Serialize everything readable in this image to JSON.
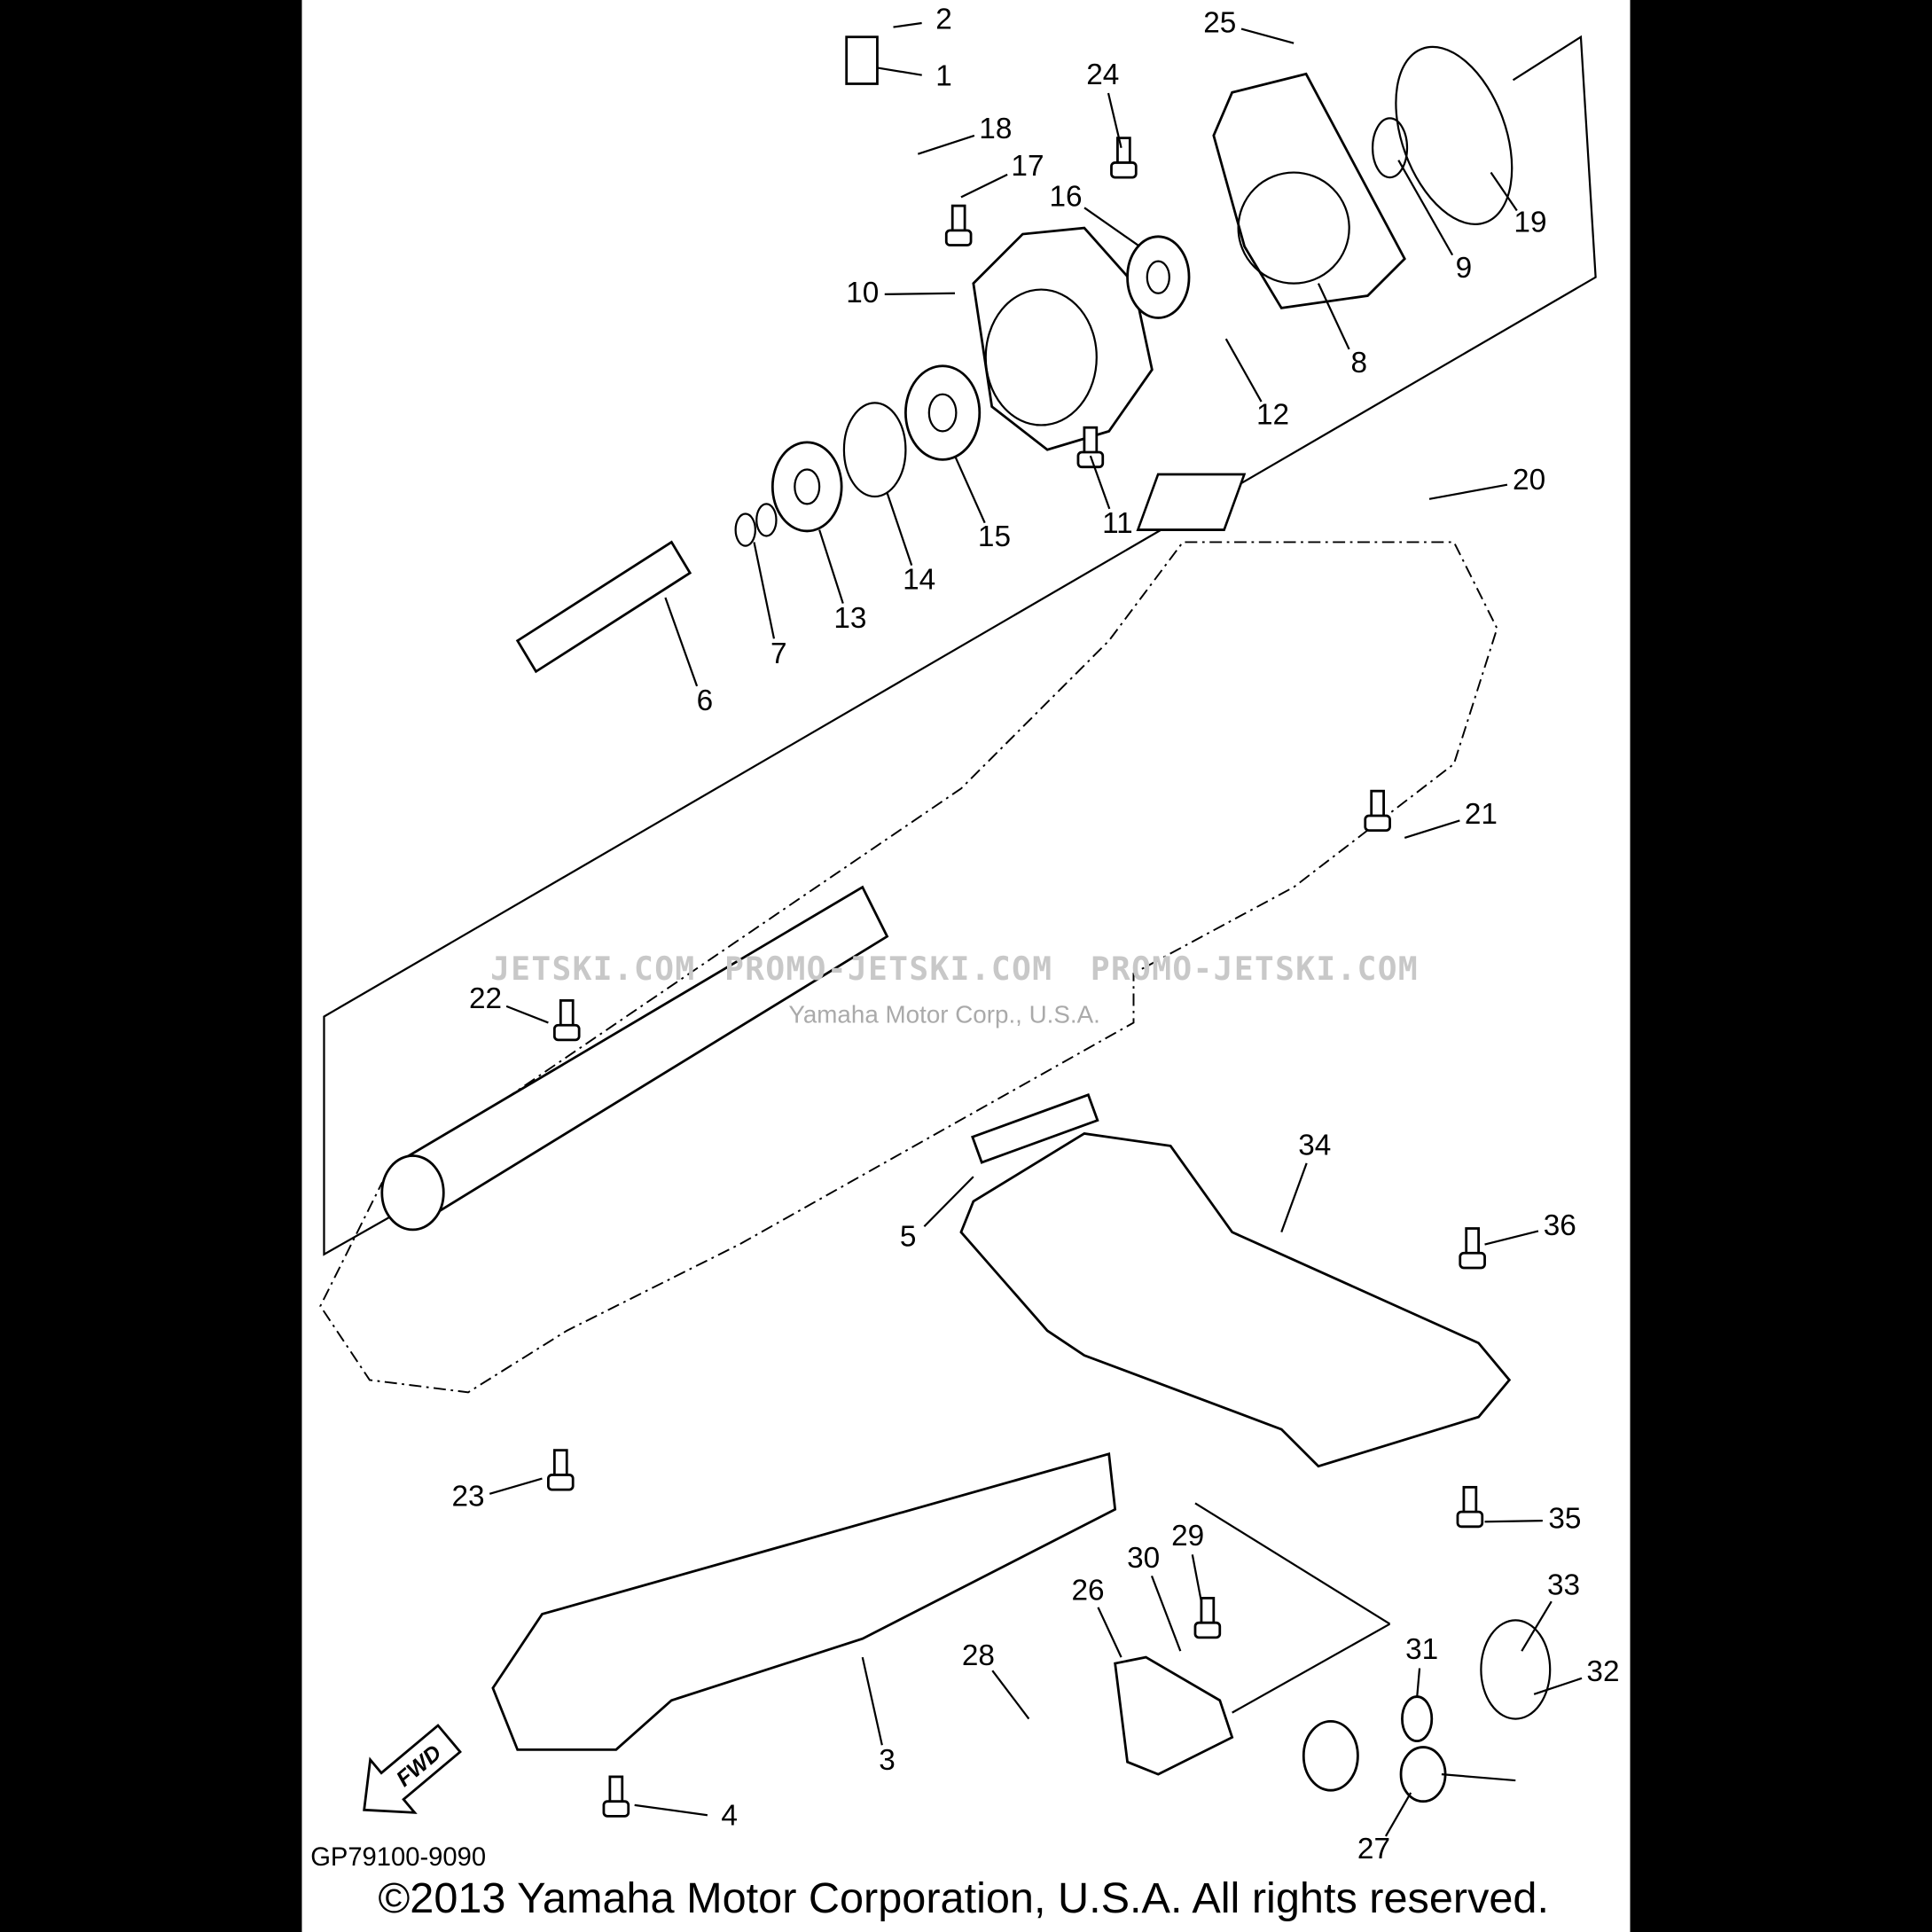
{
  "diagram": {
    "callouts": [
      "2",
      "1",
      "18",
      "17",
      "16",
      "25",
      "24",
      "19",
      "9",
      "10",
      "8",
      "12",
      "20",
      "11",
      "15",
      "14",
      "13",
      "7",
      "6",
      "21",
      "22",
      "34",
      "36",
      "5",
      "23",
      "35",
      "29",
      "30",
      "33",
      "26",
      "28",
      "31",
      "32",
      "3",
      "4",
      "27"
    ],
    "fwd_label": "FWD",
    "part_code": "GP79100-9090",
    "copyright": "©2013 Yamaha Motor Corporation, U.S.A. All rights reserved.",
    "watermark": [
      "JETSKI.COM",
      "PROMO-JETSKI.COM",
      "PROMO-JETSKI.COM"
    ],
    "watermark_overlay": "Yamaha Motor Corp., U.S.A."
  }
}
